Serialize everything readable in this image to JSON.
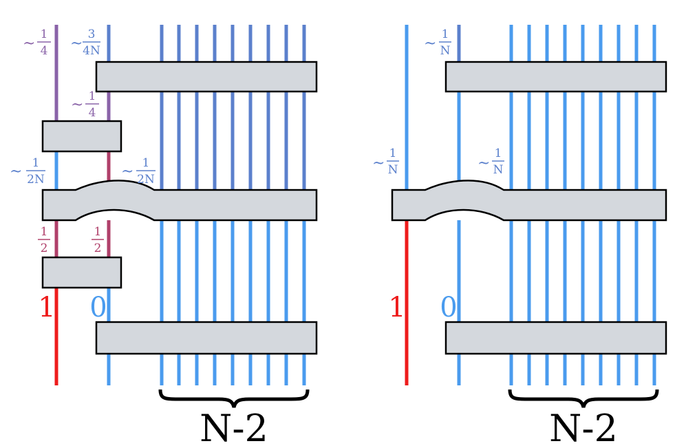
{
  "colors": {
    "purple": "#8A63A8",
    "blue": "#4A9BEE",
    "steel_blue": "#5B80CC",
    "crimson": "#B0406A",
    "red": "#EE1C1C",
    "box_fill": "#D4D8DD"
  },
  "left": {
    "labels": {
      "a_prefix": "~",
      "a_num": "1",
      "a_den": "4",
      "b_prefix": "~",
      "b_num": "3",
      "b_den": "4N",
      "c_prefix": "~",
      "c_num": "1",
      "c_den": "4",
      "d_prefix": "~",
      "d_num": "1",
      "d_den": "2N",
      "e_prefix": "~",
      "e_num": "1",
      "e_den": "2N",
      "f_num": "1",
      "f_den": "2",
      "g_num": "1",
      "g_den": "2",
      "one": "1",
      "zero": "0"
    },
    "brace_label": "N-2"
  },
  "right": {
    "labels": {
      "a_prefix": "~",
      "a_num": "1",
      "a_den": "N",
      "b_prefix": "~",
      "b_num": "1",
      "b_den": "N",
      "c_prefix": "~",
      "c_num": "1",
      "c_den": "N",
      "one": "1",
      "zero": "0"
    },
    "brace_label": "N-2"
  }
}
